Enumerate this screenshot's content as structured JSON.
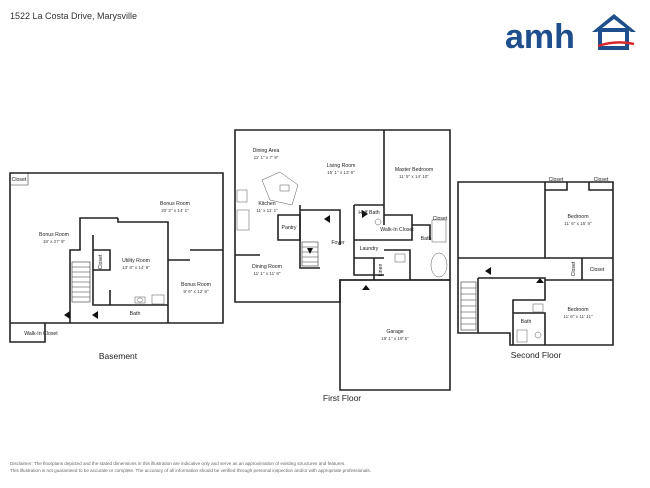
{
  "header": {
    "address": "1522 La Costa Drive, Marysville",
    "brand": "amh"
  },
  "colors": {
    "brand_blue": "#1f4e8c",
    "brand_red": "#d6272e",
    "walls": "#222222",
    "text": "#222222"
  },
  "floors": {
    "basement": {
      "label": "Basement",
      "rooms": {
        "closet_tl": {
          "name": "Closet"
        },
        "bonus_big": {
          "name": "Bonus Room",
          "dims": "18' x 27' 9\""
        },
        "bonus_top": {
          "name": "Bonus Room",
          "dims": "20' 2\" x 14' 1\""
        },
        "closet_v": {
          "name": "Closet"
        },
        "utility": {
          "name": "Utility Room",
          "dims": "13' 8\" x 14' 9\""
        },
        "bonus_right": {
          "name": "Bonus Room",
          "dims": "9' 6\" x 12' 9\""
        },
        "bath": {
          "name": "Bath"
        },
        "walkin": {
          "name": "Walk-In Closet"
        }
      }
    },
    "first": {
      "label": "First Floor",
      "rooms": {
        "dining_area": {
          "name": "Dining Area",
          "dims": "11' 1\" x 7' 9\""
        },
        "living": {
          "name": "Living Room",
          "dims": "15' 1\" x 13' 6\""
        },
        "master": {
          "name": "Master Bedroom",
          "dims": "11' 5\" x 14' 10\""
        },
        "kitchen": {
          "name": "Kitchen",
          "dims": "11' x 11' 1\""
        },
        "half_bath": {
          "name": "Half Bath"
        },
        "closet": {
          "name": "Closet"
        },
        "walkin": {
          "name": "Walk-In Closet"
        },
        "pantry": {
          "name": "Pantry"
        },
        "foyer": {
          "name": "Foyer"
        },
        "bath": {
          "name": "Bath"
        },
        "laundry": {
          "name": "Laundry"
        },
        "dining": {
          "name": "Dining Room",
          "dims": "11' 1\" x 11' 8\""
        },
        "linen": {
          "name": "Linen"
        },
        "garage": {
          "name": "Garage",
          "dims": "19' 1\" x 19' 5\""
        }
      }
    },
    "second": {
      "label": "Second Floor",
      "rooms": {
        "closet_a": {
          "name": "Closet"
        },
        "closet_b": {
          "name": "Closet"
        },
        "bedroom_a": {
          "name": "Bedroom",
          "dims": "11' 6\" x 15' 5\""
        },
        "closet_v": {
          "name": "Closet"
        },
        "closet_c": {
          "name": "Closet"
        },
        "bedroom_b": {
          "name": "Bedroom",
          "dims": "11' 6\" x 11' 11\""
        },
        "bath": {
          "name": "Bath"
        }
      }
    }
  },
  "disclaimer": {
    "line1": "Disclaimer: The floorplans depicted and the stated dimensions in this illustration are indicative only and serve as an approximation of existing structures and features.",
    "line2": "This illustration is not guaranteed to be accurate or complete. The accuracy of all information should be verified through personal inspection and/or with appropriate professionals."
  }
}
